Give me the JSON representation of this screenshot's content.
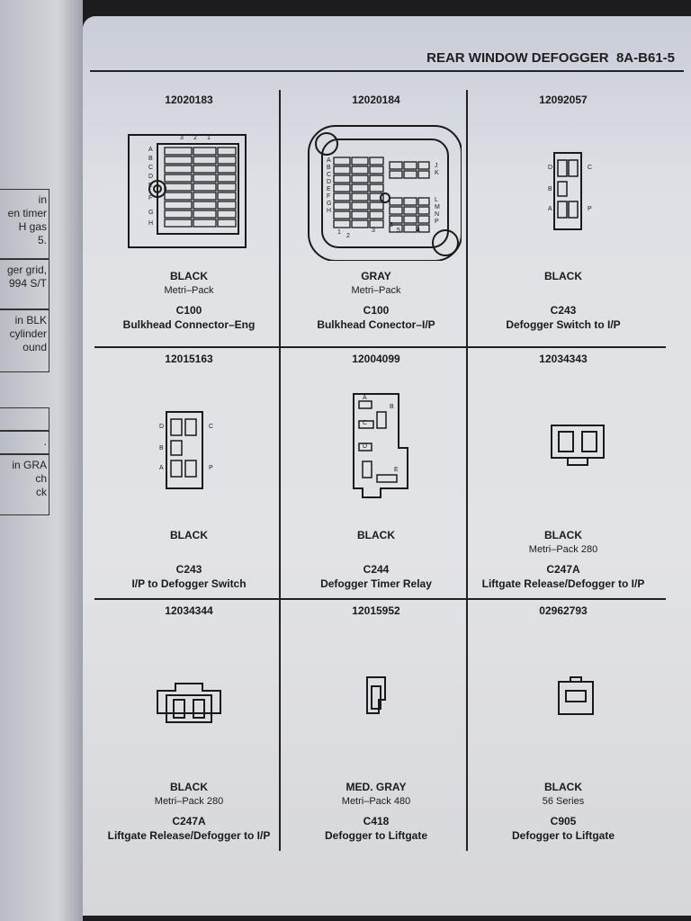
{
  "header": {
    "title": "REAR WINDOW DEFOGGER",
    "page_number": "8A-B61-5"
  },
  "left_page_fragments": [
    [
      "in",
      "en timer",
      "H gas",
      "5."
    ],
    [
      "ger grid,",
      "994 S/T"
    ],
    [
      "in BLK",
      "cylinder",
      "ound"
    ],
    [
      ""
    ],
    [
      "."
    ],
    [
      "in GRA",
      "ch",
      "ck"
    ]
  ],
  "connectors": [
    {
      "part": "12020183",
      "color": "BLACK",
      "series": "Metri–Pack",
      "id": "C100",
      "desc": "Bulkhead Connector–Eng",
      "pins": [
        "A",
        "B",
        "C",
        "D",
        "E",
        "F",
        "G",
        "H",
        "3",
        "2",
        "1"
      ]
    },
    {
      "part": "12020184",
      "color": "GRAY",
      "series": "Metri–Pack",
      "id": "C100",
      "desc": "Bulkhead Conector–I/P",
      "pins": [
        "A",
        "B",
        "C",
        "D",
        "E",
        "F",
        "G",
        "H",
        "J",
        "K",
        "L",
        "M",
        "N",
        "P",
        "1",
        "2",
        "3",
        "4",
        "5",
        "6"
      ]
    },
    {
      "part": "12092057",
      "color": "BLACK",
      "series": "",
      "id": "C243",
      "desc": "Defogger Switch to I/P",
      "pins": [
        "D",
        "C",
        "B",
        "A",
        "P"
      ]
    },
    {
      "part": "12015163",
      "color": "BLACK",
      "series": "",
      "id": "C243",
      "desc": "I/P to Defogger Switch",
      "pins": [
        "D",
        "C",
        "B",
        "A",
        "P"
      ]
    },
    {
      "part": "12004099",
      "color": "BLACK",
      "series": "",
      "id": "C244",
      "desc": "Defogger Timer Relay",
      "pins": [
        "A",
        "B",
        "C",
        "D",
        "E"
      ]
    },
    {
      "part": "12034343",
      "color": "BLACK",
      "series": "Metri–Pack 280",
      "id": "C247A",
      "desc": "Liftgate Release/Defogger to I/P",
      "pins": []
    },
    {
      "part": "12034344",
      "color": "BLACK",
      "series": "Metri–Pack 280",
      "id": "C247A",
      "desc": "Liftgate Release/Defogger to I/P",
      "pins": []
    },
    {
      "part": "12015952",
      "color": "MED. GRAY",
      "series": "Metri–Pack 480",
      "id": "C418",
      "desc": "Defogger to Liftgate",
      "pins": []
    },
    {
      "part": "02962793",
      "color": "BLACK",
      "series": "56 Series",
      "id": "C905",
      "desc": "Defogger to Liftgate",
      "pins": []
    }
  ]
}
